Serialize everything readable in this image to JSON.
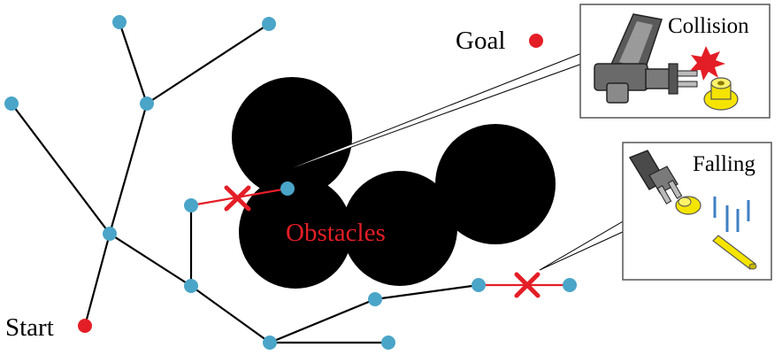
{
  "labels": {
    "start": "Start",
    "goal": "Goal",
    "obstacles": "Obstacles",
    "collision": "Collision",
    "falling": "Falling"
  },
  "colors": {
    "node": "#4aa5c8",
    "edge": "#000000",
    "failed_edge": "#e41e26",
    "start_goal": "#e41e26",
    "obstacle": "#000000",
    "obstacle_label": "#e41e26",
    "object_yellow": "#f5e400",
    "falling_lines": "#3f7fc3"
  },
  "icons": {
    "failure_marker": "red-x-icon",
    "collision_inset": "robot-gripper-collision-icon",
    "falling_inset": "robot-gripper-falling-icon"
  }
}
